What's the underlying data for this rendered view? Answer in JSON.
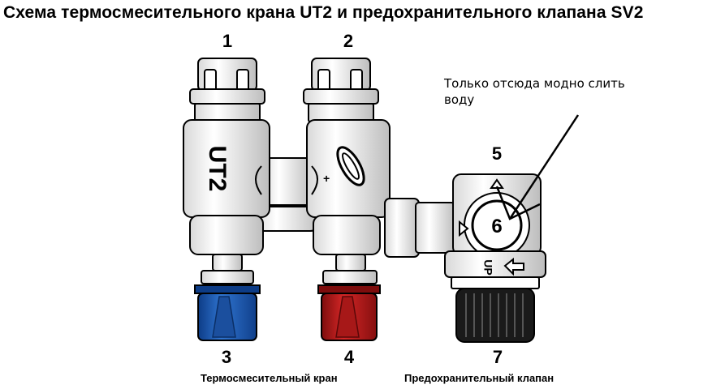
{
  "title": "Схема термосмесительного крана UT2 и предохранительного клапана SV2",
  "labels": {
    "n1": "1",
    "n2": "2",
    "n3": "3",
    "n4": "4",
    "n5": "5",
    "n6": "6",
    "n7": "7"
  },
  "annotation": "Только отсюда модно слить воду",
  "captions": {
    "mixer": "Термосмесительный кран",
    "safety": "Предохранительный клапан"
  },
  "body_marks": {
    "ut2": "UT2",
    "up": "UP",
    "plus": "+"
  },
  "colors": {
    "cold_knob": "#1f5fb5",
    "hot_knob": "#c41f1f",
    "black_knob": "#1a1a1a",
    "outline": "#000000"
  }
}
